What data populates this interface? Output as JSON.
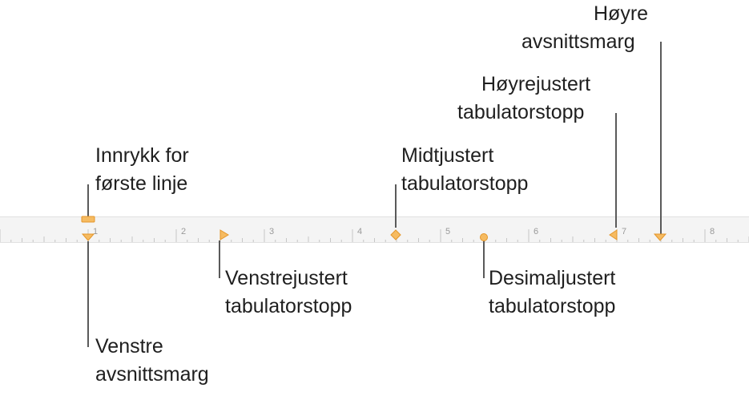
{
  "ruler": {
    "numbers": [
      "1",
      "2",
      "3",
      "4",
      "5",
      "6",
      "7",
      "8"
    ]
  },
  "labels": {
    "first_line_indent": [
      "Innrykk for",
      "første linje"
    ],
    "left_margin": [
      "Venstre",
      "avsnittsmarg"
    ],
    "left_tab": [
      "Venstrejustert",
      "tabulatorstopp"
    ],
    "center_tab": [
      "Midtjustert",
      "tabulatorstopp"
    ],
    "decimal_tab": [
      "Desimaljustert",
      "tabulatorstopp"
    ],
    "right_tab": [
      "Høyrejustert",
      "tabulatorstopp"
    ],
    "right_margin": [
      "Høyre",
      "avsnittsmarg"
    ]
  },
  "colors": {
    "marker_fill": "#f6bb61",
    "marker_stroke": "#e4962a",
    "leader": "#5a5a5a"
  },
  "markers": {
    "first_line_indent": "rectangle",
    "left_margin": "triangle-down",
    "left_tab": "triangle-right",
    "center_tab": "diamond",
    "decimal_tab": "circle",
    "right_tab": "triangle-left",
    "right_margin": "triangle-down"
  }
}
